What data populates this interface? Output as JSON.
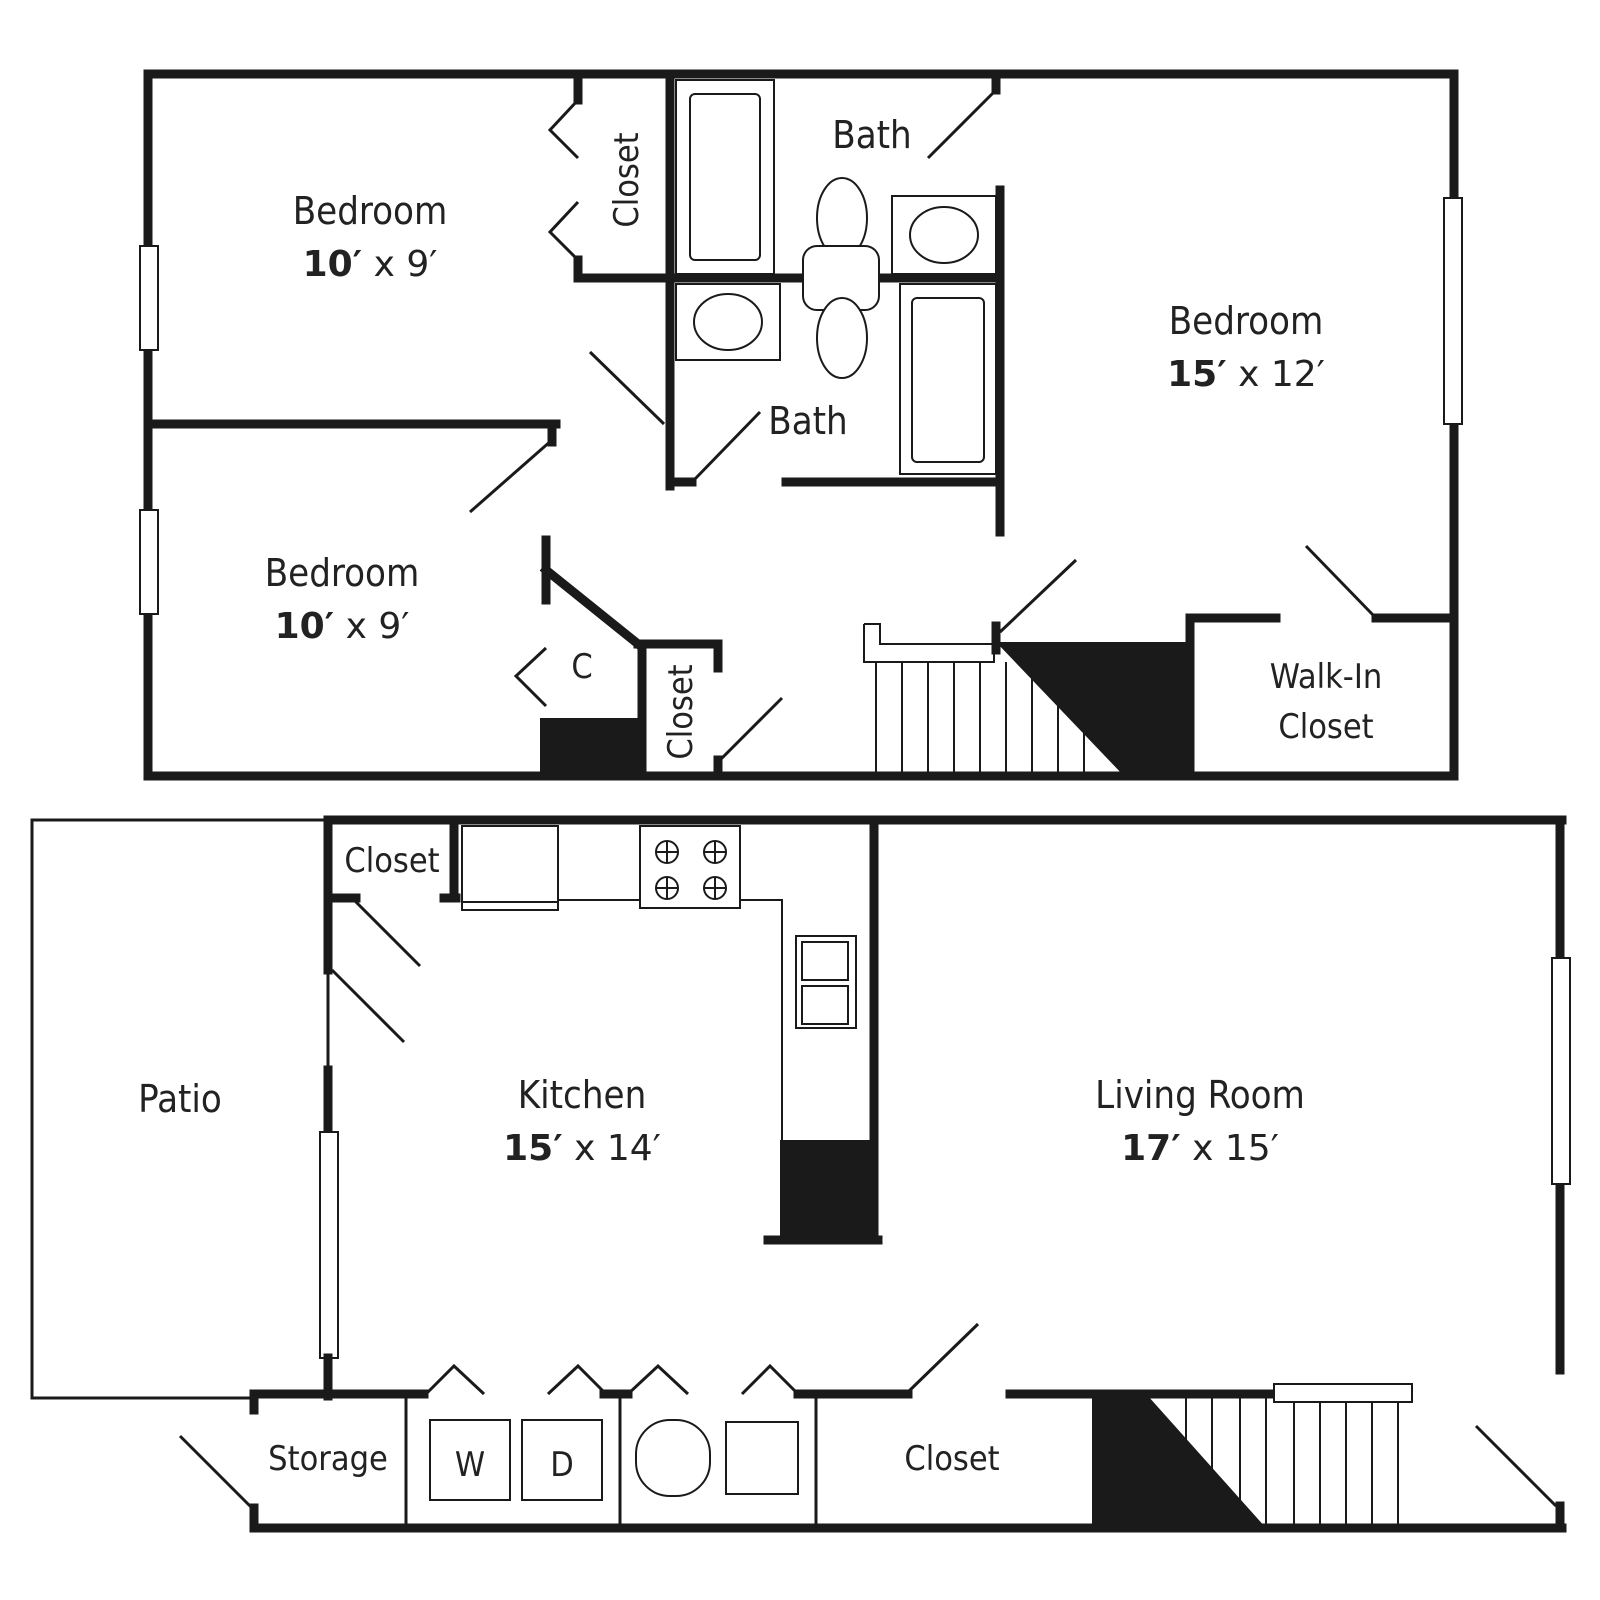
{
  "plan": {
    "type": "two-story apartment floor plan",
    "upper_floor": {
      "rooms": [
        {
          "id": "bedroom-nw",
          "label": "Bedroom",
          "dim_a": "10′",
          "dim_sep": " x ",
          "dim_b": "9′"
        },
        {
          "id": "bedroom-w",
          "label": "Bedroom",
          "dim_a": "10′",
          "dim_sep": " x ",
          "dim_b": "9′"
        },
        {
          "id": "bedroom-master",
          "label": "Bedroom",
          "dim_a": "15′",
          "dim_sep": " x ",
          "dim_b": "12′"
        },
        {
          "id": "bath-upper",
          "label": "Bath"
        },
        {
          "id": "bath-lower",
          "label": "Bath"
        },
        {
          "id": "closet-nw",
          "label": "Closet"
        },
        {
          "id": "closet-c",
          "label": "C"
        },
        {
          "id": "closet-hall",
          "label": "Closet"
        },
        {
          "id": "walk-in-closet",
          "label_line1": "Walk-In",
          "label_line2": "Closet"
        }
      ]
    },
    "lower_floor": {
      "rooms": [
        {
          "id": "patio",
          "label": "Patio"
        },
        {
          "id": "closet-kitchen",
          "label": "Closet"
        },
        {
          "id": "kitchen",
          "label": "Kitchen",
          "dim_a": "15′",
          "dim_sep": " x ",
          "dim_b": "14′"
        },
        {
          "id": "living-room",
          "label": "Living Room",
          "dim_a": "17′",
          "dim_sep": " x ",
          "dim_b": "15′"
        },
        {
          "id": "storage",
          "label": "Storage"
        },
        {
          "id": "washer",
          "label": "W"
        },
        {
          "id": "dryer",
          "label": "D"
        },
        {
          "id": "closet-living",
          "label": "Closet"
        }
      ]
    },
    "colors": {
      "wall": "#1a1a1a",
      "background": "#ffffff"
    }
  }
}
